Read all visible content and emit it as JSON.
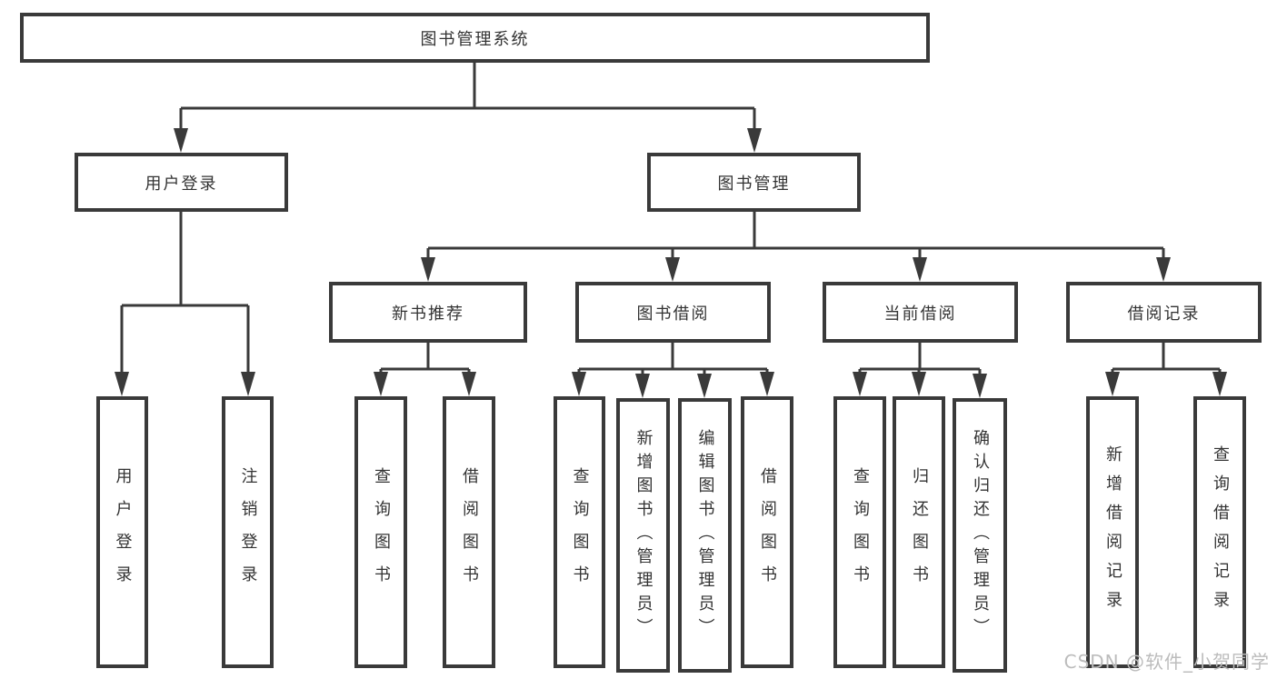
{
  "diagram_type": "hierarchy",
  "watermark": "CSDN @软件_小贺同学",
  "colors": {
    "line": "#3a3a3a",
    "box_border": "#3a3a3a",
    "box_fill": "#ffffff",
    "text": "#333333",
    "watermark": "#bcbcbc",
    "background": "#ffffff"
  },
  "tree": {
    "label": "图书管理系统",
    "children": [
      {
        "label": "用户登录",
        "children": [
          {
            "label": "用户登录"
          },
          {
            "label": "注销登录"
          }
        ]
      },
      {
        "label": "图书管理",
        "children": [
          {
            "label": "新书推荐",
            "children": [
              {
                "label": "查询图书"
              },
              {
                "label": "借阅图书"
              }
            ]
          },
          {
            "label": "图书借阅",
            "children": [
              {
                "label": "查询图书"
              },
              {
                "label": "新增图书（管理员）"
              },
              {
                "label": "编辑图书（管理员）"
              },
              {
                "label": "借阅图书"
              }
            ]
          },
          {
            "label": "当前借阅",
            "children": [
              {
                "label": "查询图书"
              },
              {
                "label": "归还图书"
              },
              {
                "label": "确认归还（管理员）"
              }
            ]
          },
          {
            "label": "借阅记录",
            "children": [
              {
                "label": "新增借阅记录"
              },
              {
                "label": "查询借阅记录"
              }
            ]
          }
        ]
      }
    ]
  }
}
